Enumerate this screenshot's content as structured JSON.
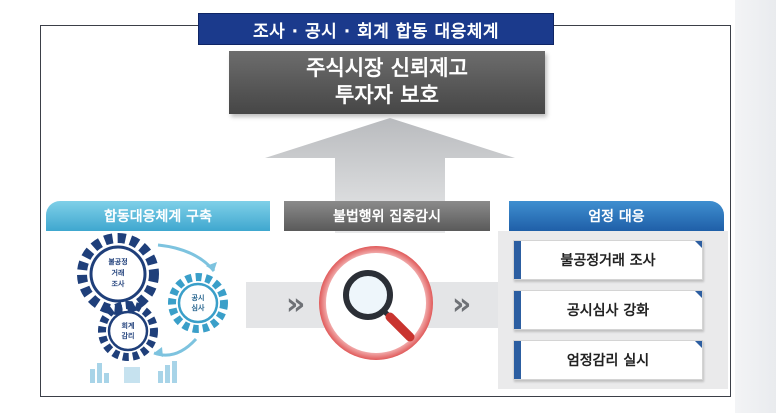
{
  "title": "조사 · 공시 · 회계 합동 대응체계",
  "goal": {
    "line1": "주식시장 신뢰제고",
    "line2": "투자자 보호"
  },
  "left": {
    "header": "합동대응체계 구축",
    "gears": [
      {
        "label_lines": [
          "불공정",
          "거래",
          "조사"
        ]
      },
      {
        "label_lines": [
          "공시",
          "심사"
        ]
      },
      {
        "label_lines": [
          "회계",
          "감리"
        ]
      }
    ]
  },
  "middle": {
    "header": "불법행위 집중감시",
    "chevron": "»"
  },
  "right": {
    "header": "엄정 대응",
    "actions": [
      "불공정거래 조사",
      "공시심사 강화",
      "엄정감리 실시"
    ]
  },
  "colors": {
    "title_bg": "#1b3a8c",
    "goal_bg": "#555555",
    "left_header": "#4fb3d8",
    "middle_header": "#6e6e6e",
    "right_header": "#2c6fbd",
    "gear_navy": "#1f3f7a",
    "gear_teal": "#3a9fc9",
    "magnifier_glow": "#e05a5a"
  }
}
